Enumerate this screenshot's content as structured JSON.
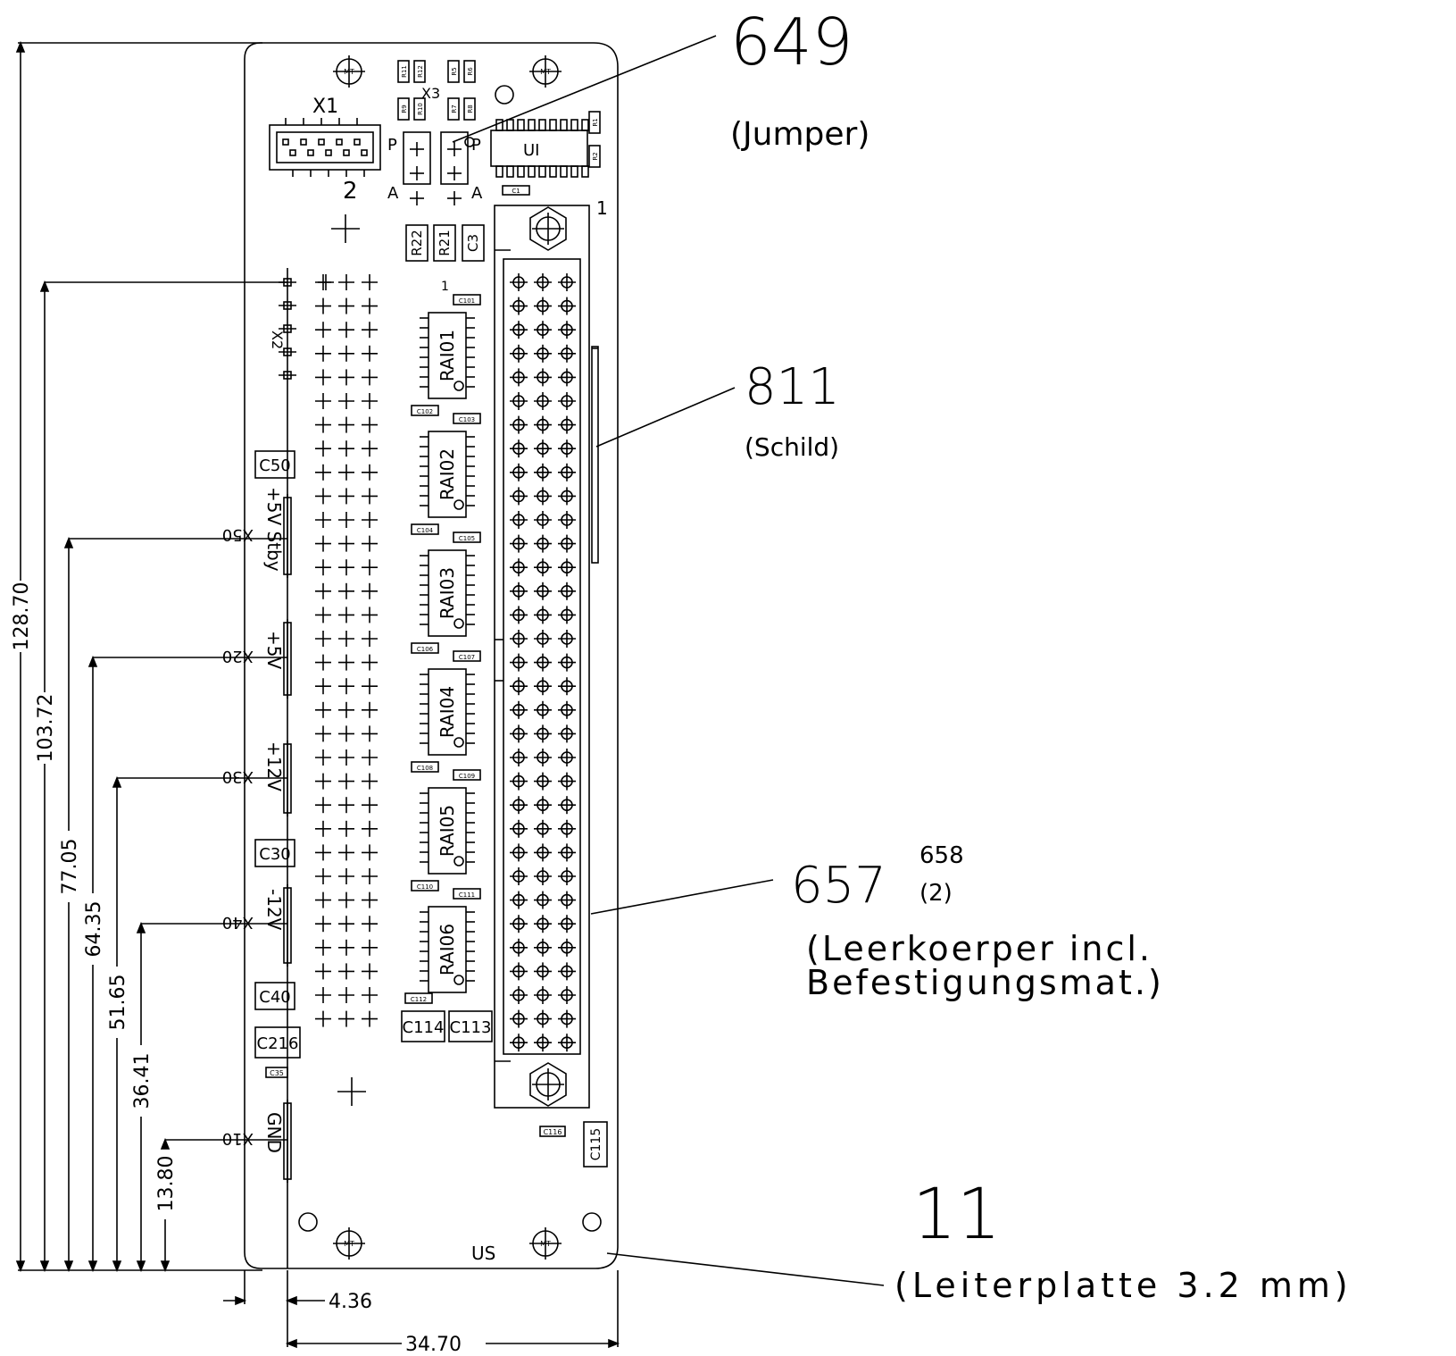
{
  "callouts": {
    "part_649": "649",
    "part_649_desc": "(Jumper)",
    "part_811": "811",
    "part_811_desc": "(Schild)",
    "part_657": "657",
    "part_658": "658",
    "part_658_qty": "(2)",
    "part_657_desc1": "(Leerkoerper incl.",
    "part_657_desc2": "Befestigungsmat.)",
    "part_11": "11",
    "part_11_desc": "(Leiterplatte 3.2 mm)"
  },
  "dimensions": {
    "vertical": [
      "128.70",
      "103.72",
      "77.05",
      "64.35",
      "51.65",
      "36.41",
      "13.80"
    ],
    "horizontal": [
      "4.36",
      "34.70"
    ]
  },
  "board": {
    "connectors": {
      "x1": "X1",
      "x1_pin2": "2",
      "x2": "X2",
      "x3": "X3",
      "pin1_top": "1",
      "pin1_header": "1"
    },
    "jumper": {
      "p_left": "P",
      "p_right": "P",
      "a_left": "A",
      "a_right": "A"
    },
    "ic": "UI",
    "rail_labels": [
      "+5V Stby",
      "+5V",
      "+12V",
      "-12V",
      "GND"
    ],
    "rail_pins": [
      "X50",
      "X20",
      "X30",
      "X40",
      "X10"
    ],
    "arrays": [
      "RAI01",
      "RAI02",
      "RAI03",
      "RAI04",
      "RAI05",
      "RAI06"
    ],
    "big_caps": [
      "C50",
      "C30",
      "C40",
      "C216"
    ],
    "bottom_caps": [
      "C114",
      "C113"
    ],
    "top_resistors": [
      "R22",
      "R21",
      "C3"
    ],
    "small_top": [
      "R11",
      "R12",
      "R5",
      "R6",
      "R9",
      "R10",
      "R7",
      "R8",
      "R1",
      "R2",
      "C1"
    ],
    "small_caps": [
      "C101",
      "C102",
      "C103",
      "C104",
      "C105",
      "C106",
      "C107",
      "C108",
      "C109",
      "C110",
      "C111",
      "C112"
    ],
    "misc": {
      "c35": "C35",
      "c116": "C116",
      "c115": "C115",
      "us": "US",
      "mt": "MT"
    }
  }
}
